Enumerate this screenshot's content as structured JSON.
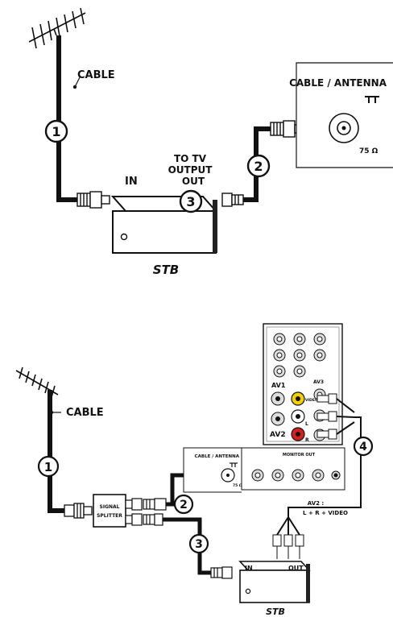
{
  "top": {
    "cable_label": "CABLE",
    "badge1": "1",
    "badge2": "2",
    "badge3": "3",
    "in_label": "IN",
    "to_tv_line1": "TO TV",
    "to_tv_line2": "OUTPUT",
    "to_tv_line3": "OUT",
    "stb_label": "STB",
    "panel_title": "CABLE / ANTENNA",
    "ohm_label": "75 Ω"
  },
  "bottom": {
    "cable_label": "CABLE",
    "badge1": "1",
    "badge2": "2",
    "badge3": "3",
    "badge4": "4",
    "splitter_line1": "SIGNAL",
    "splitter_line2": "SPLITTER",
    "panel_title": "CABLE / ANTENNA",
    "ohm_label": "75 Ω",
    "monitor_out": "MONITOR OUT",
    "av1": "AV1",
    "av2": "AV2",
    "av3": "AV3",
    "video": "VIDEO",
    "l": "L",
    "r": "R",
    "av2_caption_line1": "AV2 :",
    "av2_caption_line2": "L + R + VIDEO",
    "in_label": "IN",
    "out_label": "OUT",
    "stb_label": "STB"
  }
}
